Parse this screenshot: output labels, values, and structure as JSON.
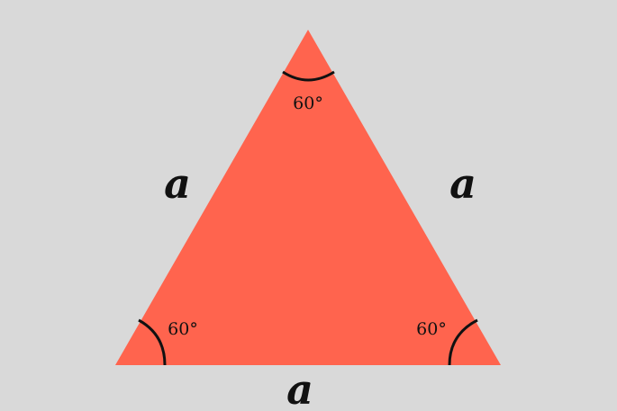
{
  "diagram": {
    "background_color": "#d9d9d9",
    "triangle_color": "#ff644e",
    "stroke_color": "#111111",
    "angles": {
      "top": "60°",
      "bottom_left": "60°",
      "bottom_right": "60°"
    },
    "sides": {
      "left": "a",
      "right": "a",
      "bottom": "a"
    }
  }
}
